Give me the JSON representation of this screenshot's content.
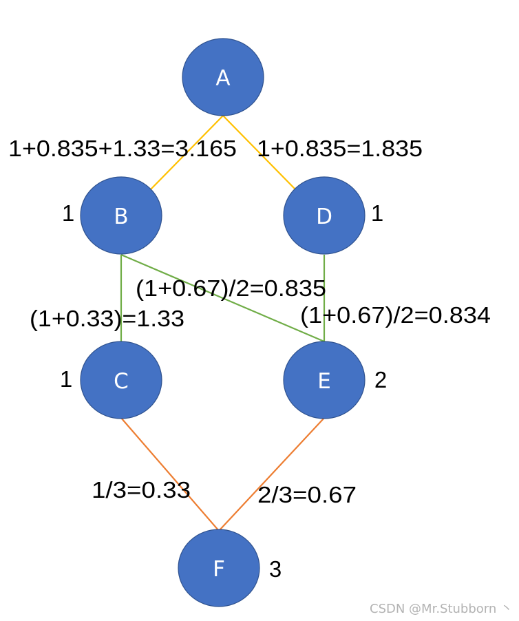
{
  "colors": {
    "node_fill": "#4472c4",
    "node_stroke": "#2f528f",
    "edge_top": "#ffc000",
    "edge_middle": "#70ad47",
    "edge_bottom": "#ed7d31",
    "text": "#000000",
    "watermark": "#b3b3b3"
  },
  "nodes": {
    "A": {
      "label": "A"
    },
    "B": {
      "label": "B",
      "count": "1"
    },
    "C": {
      "label": "C",
      "count": "1"
    },
    "D": {
      "label": "D",
      "count": "1"
    },
    "E": {
      "label": "E",
      "count": "2"
    },
    "F": {
      "label": "F",
      "count": "3"
    }
  },
  "edges": {
    "a_b": {
      "from": "A",
      "to": "B",
      "label": "1+0.835+1.33=3.165"
    },
    "a_d": {
      "from": "A",
      "to": "D",
      "label": "1+0.835=1.835"
    },
    "b_c": {
      "from": "B",
      "to": "C",
      "label": "(1+0.33)=1.33"
    },
    "b_e": {
      "from": "B",
      "to": "E",
      "label": "(1+0.67)/2=0.835"
    },
    "d_e": {
      "from": "D",
      "to": "E",
      "label": "(1+0.67)/2=0.834"
    },
    "c_f": {
      "from": "C",
      "to": "F",
      "label": "1/3=0.33"
    },
    "e_f": {
      "from": "E",
      "to": "F",
      "label": "2/3=0.67"
    }
  },
  "watermark": "CSDN @Mr.Stubborn 丶"
}
